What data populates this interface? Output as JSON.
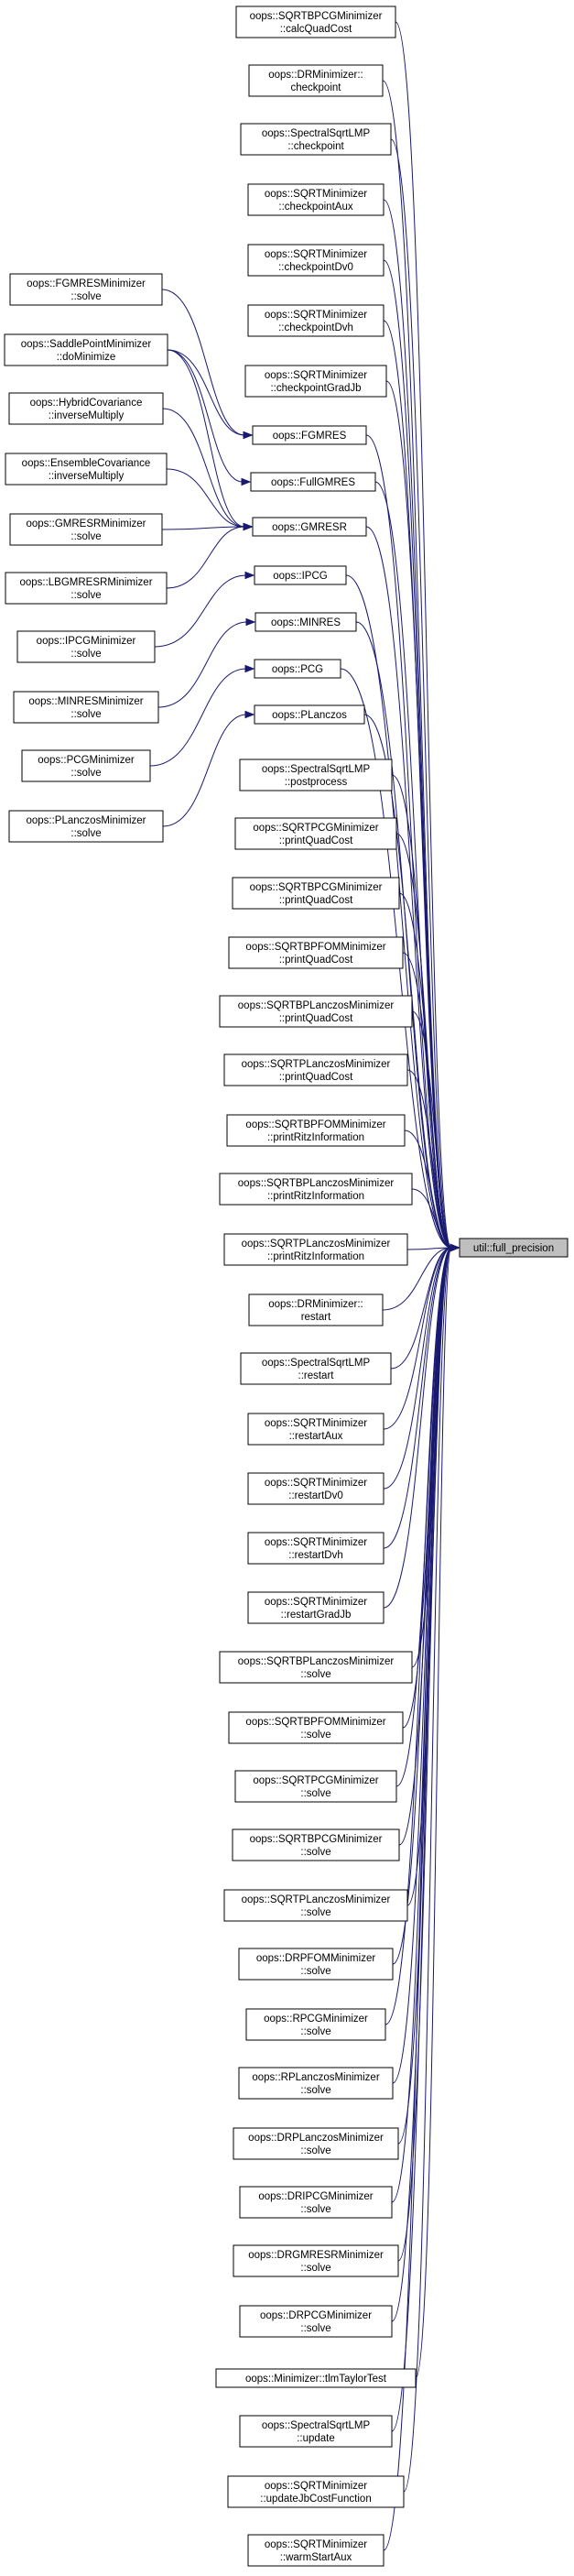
{
  "graph": {
    "focus": "util::full_precision",
    "edge_color": "#191970",
    "focus_fill": "#bfbfbf",
    "nodes": [
      {
        "id": "calcQuadCost",
        "lines": [
          "oops::SQRTBPCGMinimizer",
          "::calcQuadCost"
        ]
      },
      {
        "id": "dr_checkpoint",
        "lines": [
          "oops::DRMinimizer::",
          "checkpoint"
        ]
      },
      {
        "id": "ss_checkpoint",
        "lines": [
          "oops::SpectralSqrtLMP",
          "::checkpoint"
        ]
      },
      {
        "id": "checkpointAux",
        "lines": [
          "oops::SQRTMinimizer",
          "::checkpointAux"
        ]
      },
      {
        "id": "checkpointDv0",
        "lines": [
          "oops::SQRTMinimizer",
          "::checkpointDv0"
        ]
      },
      {
        "id": "checkpointDvh",
        "lines": [
          "oops::SQRTMinimizer",
          "::checkpointDvh"
        ]
      },
      {
        "id": "checkpointGradJb",
        "lines": [
          "oops::SQRTMinimizer",
          "::checkpointGradJb"
        ]
      },
      {
        "id": "FGMRES",
        "lines": [
          "oops::FGMRES"
        ]
      },
      {
        "id": "FullGMRES",
        "lines": [
          "oops::FullGMRES"
        ]
      },
      {
        "id": "GMRESR",
        "lines": [
          "oops::GMRESR"
        ]
      },
      {
        "id": "IPCG",
        "lines": [
          "oops::IPCG"
        ]
      },
      {
        "id": "MINRES",
        "lines": [
          "oops::MINRES"
        ]
      },
      {
        "id": "PCG",
        "lines": [
          "oops::PCG"
        ]
      },
      {
        "id": "PLanczos",
        "lines": [
          "oops::PLanczos"
        ]
      },
      {
        "id": "postprocess",
        "lines": [
          "oops::SpectralSqrtLMP",
          "::postprocess"
        ]
      },
      {
        "id": "pqc_sqrtpcg",
        "lines": [
          "oops::SQRTPCGMinimizer",
          "::printQuadCost"
        ]
      },
      {
        "id": "pqc_sqrtbpcg",
        "lines": [
          "oops::SQRTBPCGMinimizer",
          "::printQuadCost"
        ]
      },
      {
        "id": "pqc_sqrtbpfom",
        "lines": [
          "oops::SQRTBPFOMMinimizer",
          "::printQuadCost"
        ]
      },
      {
        "id": "pqc_sqrtbplanczos",
        "lines": [
          "oops::SQRTBPLanczosMinimizer",
          "::printQuadCost"
        ]
      },
      {
        "id": "pqc_sqrtplanczos",
        "lines": [
          "oops::SQRTPLanczosMinimizer",
          "::printQuadCost"
        ]
      },
      {
        "id": "pri_sqrtbpfom",
        "lines": [
          "oops::SQRTBPFOMMinimizer",
          "::printRitzInformation"
        ]
      },
      {
        "id": "pri_sqrtbplanczos",
        "lines": [
          "oops::SQRTBPLanczosMinimizer",
          "::printRitzInformation"
        ]
      },
      {
        "id": "pri_sqrtplanczos",
        "lines": [
          "oops::SQRTPLanczosMinimizer",
          "::printRitzInformation"
        ]
      },
      {
        "id": "dr_restart",
        "lines": [
          "oops::DRMinimizer::",
          "restart"
        ]
      },
      {
        "id": "ss_restart",
        "lines": [
          "oops::SpectralSqrtLMP",
          "::restart"
        ]
      },
      {
        "id": "restartAux",
        "lines": [
          "oops::SQRTMinimizer",
          "::restartAux"
        ]
      },
      {
        "id": "restartDv0",
        "lines": [
          "oops::SQRTMinimizer",
          "::restartDv0"
        ]
      },
      {
        "id": "restartDvh",
        "lines": [
          "oops::SQRTMinimizer",
          "::restartDvh"
        ]
      },
      {
        "id": "restartGradJb",
        "lines": [
          "oops::SQRTMinimizer",
          "::restartGradJb"
        ]
      },
      {
        "id": "solve_sqrtbplanczos",
        "lines": [
          "oops::SQRTBPLanczosMinimizer",
          "::solve"
        ]
      },
      {
        "id": "solve_sqrtbpfom",
        "lines": [
          "oops::SQRTBPFOMMinimizer",
          "::solve"
        ]
      },
      {
        "id": "solve_sqrtpcg",
        "lines": [
          "oops::SQRTPCGMinimizer",
          "::solve"
        ]
      },
      {
        "id": "solve_sqrtbpcg",
        "lines": [
          "oops::SQRTBPCGMinimizer",
          "::solve"
        ]
      },
      {
        "id": "solve_sqrtplanczos",
        "lines": [
          "oops::SQRTPLanczosMinimizer",
          "::solve"
        ]
      },
      {
        "id": "solve_drpfom",
        "lines": [
          "oops::DRPFOMMinimizer",
          "::solve"
        ]
      },
      {
        "id": "solve_rpcg",
        "lines": [
          "oops::RPCGMinimizer",
          "::solve"
        ]
      },
      {
        "id": "solve_rplanczos",
        "lines": [
          "oops::RPLanczosMinimizer",
          "::solve"
        ]
      },
      {
        "id": "solve_drplanczos",
        "lines": [
          "oops::DRPLanczosMinimizer",
          "::solve"
        ]
      },
      {
        "id": "solve_dripcg",
        "lines": [
          "oops::DRIPCGMinimizer",
          "::solve"
        ]
      },
      {
        "id": "solve_drgmresr",
        "lines": [
          "oops::DRGMRESRMinimizer",
          "::solve"
        ]
      },
      {
        "id": "solve_drpcg",
        "lines": [
          "oops::DRPCGMinimizer",
          "::solve"
        ]
      },
      {
        "id": "tlmTaylorTest",
        "lines": [
          "oops::Minimizer::tlmTaylorTest"
        ]
      },
      {
        "id": "update",
        "lines": [
          "oops::SpectralSqrtLMP",
          "::update"
        ]
      },
      {
        "id": "updateJbCostFunction",
        "lines": [
          "oops::SQRTMinimizer",
          "::updateJbCostFunction"
        ]
      },
      {
        "id": "warmStartAux",
        "lines": [
          "oops::SQRTMinimizer",
          "::warmStartAux"
        ]
      },
      {
        "id": "full_precision",
        "lines": [
          "util::full_precision"
        ],
        "focus": true
      },
      {
        "id": "solve_fgmres",
        "lines": [
          "oops::FGMRESMinimizer",
          "::solve"
        ]
      },
      {
        "id": "doMinimize",
        "lines": [
          "oops::SaddlePointMinimizer",
          "::doMinimize"
        ]
      },
      {
        "id": "hybrid_inv",
        "lines": [
          "oops::HybridCovariance",
          "::inverseMultiply"
        ]
      },
      {
        "id": "ensemble_inv",
        "lines": [
          "oops::EnsembleCovariance",
          "::inverseMultiply"
        ]
      },
      {
        "id": "solve_gmresr",
        "lines": [
          "oops::GMRESRMinimizer",
          "::solve"
        ]
      },
      {
        "id": "solve_lbgmresr",
        "lines": [
          "oops::LBGMRESRMinimizer",
          "::solve"
        ]
      },
      {
        "id": "solve_ipcg",
        "lines": [
          "oops::IPCGMinimizer",
          "::solve"
        ]
      },
      {
        "id": "solve_minres",
        "lines": [
          "oops::MINRESMinimizer",
          "::solve"
        ]
      },
      {
        "id": "solve_pcg",
        "lines": [
          "oops::PCGMinimizer",
          "::solve"
        ]
      },
      {
        "id": "solve_planczos",
        "lines": [
          "oops::PLanczosMinimizer",
          "::solve"
        ]
      }
    ],
    "edges": [
      [
        "calcQuadCost",
        "full_precision"
      ],
      [
        "dr_checkpoint",
        "full_precision"
      ],
      [
        "ss_checkpoint",
        "full_precision"
      ],
      [
        "checkpointAux",
        "full_precision"
      ],
      [
        "checkpointDv0",
        "full_precision"
      ],
      [
        "checkpointDvh",
        "full_precision"
      ],
      [
        "checkpointGradJb",
        "full_precision"
      ],
      [
        "FGMRES",
        "full_precision"
      ],
      [
        "FullGMRES",
        "full_precision"
      ],
      [
        "GMRESR",
        "full_precision"
      ],
      [
        "IPCG",
        "full_precision"
      ],
      [
        "MINRES",
        "full_precision"
      ],
      [
        "PCG",
        "full_precision"
      ],
      [
        "PLanczos",
        "full_precision"
      ],
      [
        "postprocess",
        "full_precision"
      ],
      [
        "pqc_sqrtpcg",
        "full_precision"
      ],
      [
        "pqc_sqrtbpcg",
        "full_precision"
      ],
      [
        "pqc_sqrtbpfom",
        "full_precision"
      ],
      [
        "pqc_sqrtbplanczos",
        "full_precision"
      ],
      [
        "pqc_sqrtplanczos",
        "full_precision"
      ],
      [
        "pri_sqrtbpfom",
        "full_precision"
      ],
      [
        "pri_sqrtbplanczos",
        "full_precision"
      ],
      [
        "pri_sqrtplanczos",
        "full_precision"
      ],
      [
        "dr_restart",
        "full_precision"
      ],
      [
        "ss_restart",
        "full_precision"
      ],
      [
        "restartAux",
        "full_precision"
      ],
      [
        "restartDv0",
        "full_precision"
      ],
      [
        "restartDvh",
        "full_precision"
      ],
      [
        "restartGradJb",
        "full_precision"
      ],
      [
        "solve_sqrtbplanczos",
        "full_precision"
      ],
      [
        "solve_sqrtbpfom",
        "full_precision"
      ],
      [
        "solve_sqrtpcg",
        "full_precision"
      ],
      [
        "solve_sqrtbpcg",
        "full_precision"
      ],
      [
        "solve_sqrtplanczos",
        "full_precision"
      ],
      [
        "solve_drpfom",
        "full_precision"
      ],
      [
        "solve_rpcg",
        "full_precision"
      ],
      [
        "solve_rplanczos",
        "full_precision"
      ],
      [
        "solve_drplanczos",
        "full_precision"
      ],
      [
        "solve_dripcg",
        "full_precision"
      ],
      [
        "solve_drgmresr",
        "full_precision"
      ],
      [
        "solve_drpcg",
        "full_precision"
      ],
      [
        "tlmTaylorTest",
        "full_precision"
      ],
      [
        "update",
        "full_precision"
      ],
      [
        "updateJbCostFunction",
        "full_precision"
      ],
      [
        "warmStartAux",
        "full_precision"
      ],
      [
        "solve_fgmres",
        "FGMRES"
      ],
      [
        "doMinimize",
        "FGMRES"
      ],
      [
        "doMinimize",
        "FullGMRES"
      ],
      [
        "doMinimize",
        "GMRESR"
      ],
      [
        "hybrid_inv",
        "GMRESR"
      ],
      [
        "ensemble_inv",
        "GMRESR"
      ],
      [
        "solve_gmresr",
        "GMRESR"
      ],
      [
        "solve_lbgmresr",
        "GMRESR"
      ],
      [
        "solve_ipcg",
        "IPCG"
      ],
      [
        "solve_minres",
        "MINRES"
      ],
      [
        "solve_pcg",
        "PCG"
      ],
      [
        "solve_planczos",
        "PLanczos"
      ]
    ]
  }
}
